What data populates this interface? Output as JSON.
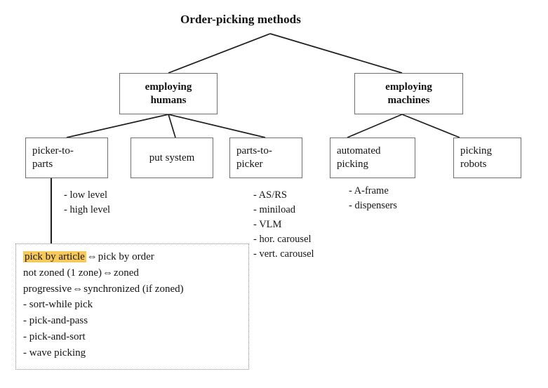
{
  "diagram": {
    "title": "Order-picking methods",
    "level2": [
      {
        "label": "employing\nhumans"
      },
      {
        "label": "employing\nmachines"
      }
    ],
    "level3": [
      {
        "label": "picker-to-\nparts"
      },
      {
        "label": "put system"
      },
      {
        "label": "parts-to-\npicker"
      },
      {
        "label": "automated\npicking"
      },
      {
        "label": "picking\nrobots"
      }
    ],
    "lists": {
      "picker_to_parts": [
        "- low level",
        "- high level"
      ],
      "parts_to_picker": [
        "- AS/RS",
        "- miniload",
        "- VLM",
        "- hor. carousel",
        "- vert. carousel"
      ],
      "automated_picking": [
        "- A-frame",
        "- dispensers"
      ]
    },
    "detail_box": {
      "row1": {
        "highlighted": "pick by article",
        "arrow": "⇔",
        "rest": "pick by order"
      },
      "row2": {
        "left": "not zoned  (1 zone)",
        "arrow": "⇔",
        "right": "zoned"
      },
      "row3": {
        "left": "progressive",
        "arrow": "⇔",
        "right": "synchronized (if zoned)"
      },
      "bullets": [
        "- sort-while pick",
        "- pick-and-pass",
        "- pick-and-sort",
        "- wave picking"
      ]
    },
    "colors": {
      "highlight": "#f6c95a",
      "box_border": "#6f6f6f",
      "dotted_border": "#8a8a8a",
      "edge": "#1f1f1f",
      "text": "#121212"
    }
  }
}
